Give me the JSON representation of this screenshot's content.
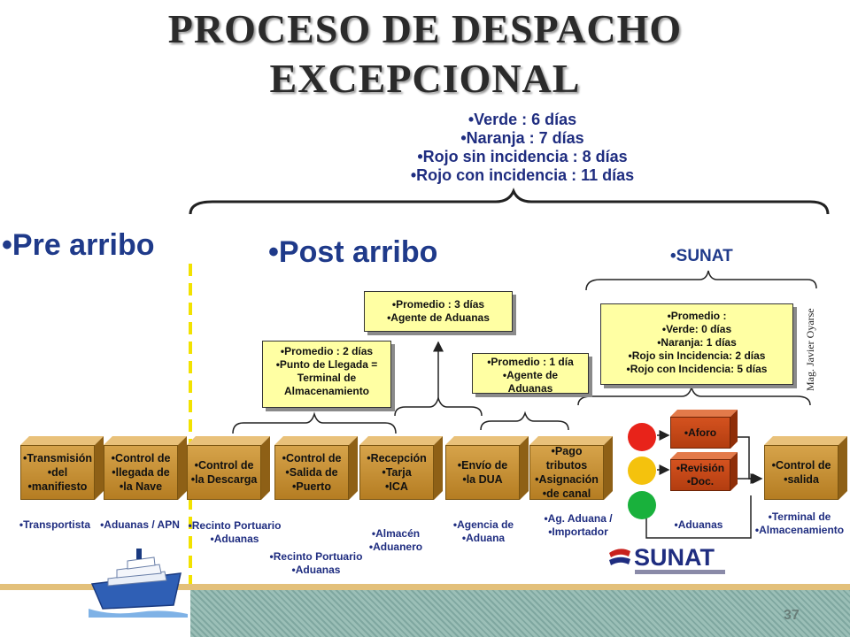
{
  "title": {
    "line1": "PROCESO DE DESPACHO",
    "line2": "EXCEPCIONAL"
  },
  "durations": [
    "•Verde  :  6 días",
    "•Naranja  : 7 días",
    "•Rojo sin incidencia : 8 días",
    "•Rojo con incidencia : 11 días"
  ],
  "phases": {
    "pre": "•Pre arribo",
    "post": "•Post arribo",
    "sunat": "•SUNAT"
  },
  "notes": {
    "descarga": [
      "•Promedio : 2 días",
      "•Punto de Llegada =",
      "Terminal de",
      "Almacenamiento"
    ],
    "agente3": [
      "•Promedio : 3 días",
      "•Agente de Aduanas"
    ],
    "agente1": [
      "•Promedio : 1 día",
      "•Agente de",
      "Aduanas"
    ],
    "sunat": [
      "•Promedio :",
      "•Verde: 0 días",
      "•Naranja: 1 días",
      "•Rojo sin Incidencia: 2 días",
      "•Rojo con Incidencia: 5 días"
    ]
  },
  "steps": [
    {
      "label": "•Transmisión •del •manifiesto",
      "actor": "•Transportista"
    },
    {
      "label": "•Control de •llegada de •la Nave",
      "actor": "•Aduanas / APN"
    },
    {
      "label": "•Control de •la Descarga",
      "actor": "•Recinto Portuario •Aduanas"
    },
    {
      "label": "•Control de •Salida de •Puerto",
      "actor": "•Recinto Portuario •Aduanas"
    },
    {
      "label": "•Recepción •Tarja •ICA",
      "actor": "•Almacén •Aduanero"
    },
    {
      "label": "•Envío de •la DUA",
      "actor": "•Agencia de •Aduana"
    },
    {
      "label": "•Pago tributos •Asignación •de canal",
      "actor": "•Ag. Aduana / •Importador"
    },
    {
      "label": "•Control de •salida",
      "actor": "•Terminal de •Almacenamiento"
    }
  ],
  "channels": {
    "aforo": "•Aforo",
    "revision": "•Revisión •Doc.",
    "actor": "•Aduanas"
  },
  "traffic_light_colors": [
    "#e8231a",
    "#f4c20d",
    "#19b13c"
  ],
  "vertical_credit": "Mag. Javier Oyarse",
  "logo": {
    "text": "SUNAT",
    "icon": "sunat-logo-icon"
  },
  "page_number": "37"
}
